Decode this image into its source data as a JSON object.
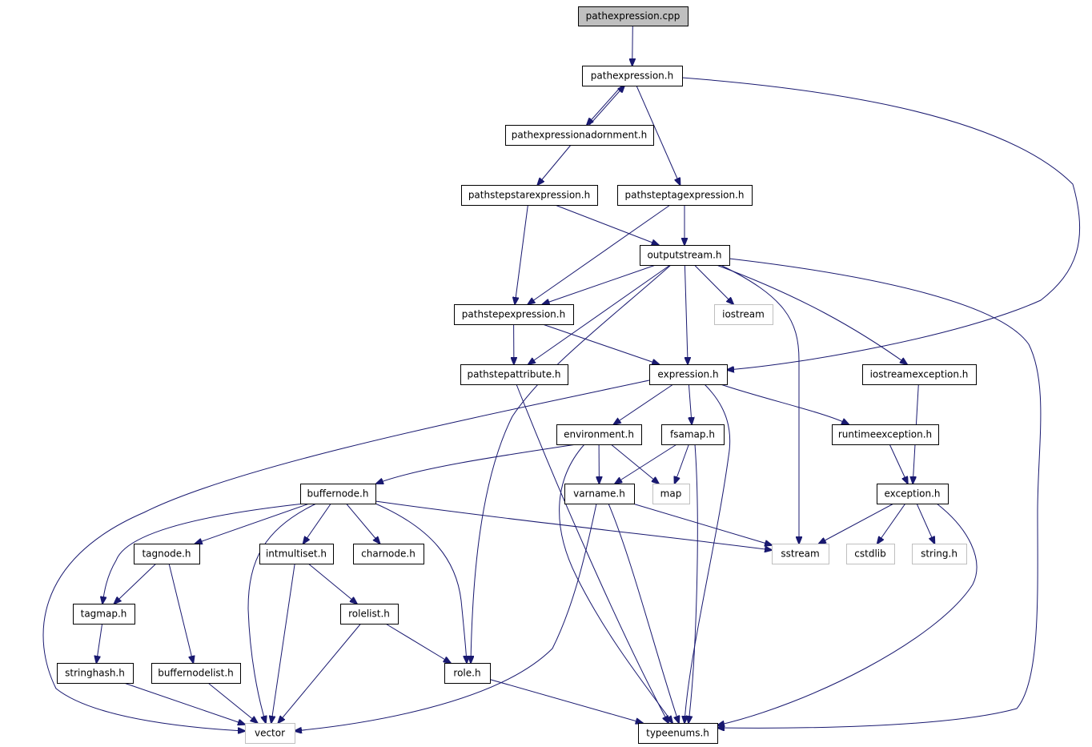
{
  "diagram": {
    "nodes": [
      {
        "id": "pathexpression_cpp",
        "label": "pathexpression.cpp",
        "kind": "root"
      },
      {
        "id": "pathexpression_h",
        "label": "pathexpression.h",
        "kind": "local"
      },
      {
        "id": "pathexpressionadornment_h",
        "label": "pathexpressionadornment.h",
        "kind": "local"
      },
      {
        "id": "pathstepstarexpression_h",
        "label": "pathstepstarexpression.h",
        "kind": "local"
      },
      {
        "id": "pathsteptagexpression_h",
        "label": "pathsteptagexpression.h",
        "kind": "local"
      },
      {
        "id": "outputstream_h",
        "label": "outputstream.h",
        "kind": "local"
      },
      {
        "id": "pathstepexpression_h",
        "label": "pathstepexpression.h",
        "kind": "local"
      },
      {
        "id": "iostream",
        "label": "iostream",
        "kind": "system"
      },
      {
        "id": "pathstepattribute_h",
        "label": "pathstepattribute.h",
        "kind": "local"
      },
      {
        "id": "expression_h",
        "label": "expression.h",
        "kind": "local"
      },
      {
        "id": "iostreamexception_h",
        "label": "iostreamexception.h",
        "kind": "local"
      },
      {
        "id": "environment_h",
        "label": "environment.h",
        "kind": "local"
      },
      {
        "id": "fsamap_h",
        "label": "fsamap.h",
        "kind": "local"
      },
      {
        "id": "runtimeexception_h",
        "label": "runtimeexception.h",
        "kind": "local"
      },
      {
        "id": "buffernode_h",
        "label": "buffernode.h",
        "kind": "local"
      },
      {
        "id": "varname_h",
        "label": "varname.h",
        "kind": "local"
      },
      {
        "id": "map",
        "label": "map",
        "kind": "system"
      },
      {
        "id": "exception_h",
        "label": "exception.h",
        "kind": "local"
      },
      {
        "id": "tagnode_h",
        "label": "tagnode.h",
        "kind": "local"
      },
      {
        "id": "intmultiset_h",
        "label": "intmultiset.h",
        "kind": "local"
      },
      {
        "id": "charnode_h",
        "label": "charnode.h",
        "kind": "local"
      },
      {
        "id": "sstream",
        "label": "sstream",
        "kind": "system"
      },
      {
        "id": "cstdlib",
        "label": "cstdlib",
        "kind": "system"
      },
      {
        "id": "string_h",
        "label": "string.h",
        "kind": "system"
      },
      {
        "id": "tagmap_h",
        "label": "tagmap.h",
        "kind": "local"
      },
      {
        "id": "rolelist_h",
        "label": "rolelist.h",
        "kind": "local"
      },
      {
        "id": "stringhash_h",
        "label": "stringhash.h",
        "kind": "local"
      },
      {
        "id": "buffernodelist_h",
        "label": "buffernodelist.h",
        "kind": "local"
      },
      {
        "id": "role_h",
        "label": "role.h",
        "kind": "local"
      },
      {
        "id": "vector",
        "label": "vector",
        "kind": "system"
      },
      {
        "id": "typeenums_h",
        "label": "typeenums.h",
        "kind": "local"
      }
    ],
    "edges": [
      {
        "from": "pathexpression_cpp",
        "to": "pathexpression_h"
      },
      {
        "from": "pathexpression_h",
        "to": "pathexpressionadornment_h"
      },
      {
        "from": "pathexpressionadornment_h",
        "to": "pathexpression_h"
      },
      {
        "from": "pathexpression_h",
        "to": "pathsteptagexpression_h"
      },
      {
        "from": "pathexpression_h",
        "to": "expression_h"
      },
      {
        "from": "pathexpressionadornment_h",
        "to": "pathstepstarexpression_h"
      },
      {
        "from": "pathstepstarexpression_h",
        "to": "pathstepexpression_h"
      },
      {
        "from": "pathstepstarexpression_h",
        "to": "outputstream_h"
      },
      {
        "from": "pathsteptagexpression_h",
        "to": "outputstream_h"
      },
      {
        "from": "pathsteptagexpression_h",
        "to": "pathstepexpression_h"
      },
      {
        "from": "outputstream_h",
        "to": "pathstepexpression_h"
      },
      {
        "from": "outputstream_h",
        "to": "iostream"
      },
      {
        "from": "outputstream_h",
        "to": "pathstepattribute_h"
      },
      {
        "from": "outputstream_h",
        "to": "expression_h"
      },
      {
        "from": "outputstream_h",
        "to": "iostreamexception_h"
      },
      {
        "from": "outputstream_h",
        "to": "sstream"
      },
      {
        "from": "outputstream_h",
        "to": "role_h"
      },
      {
        "from": "outputstream_h",
        "to": "typeenums_h"
      },
      {
        "from": "pathstepexpression_h",
        "to": "pathstepattribute_h"
      },
      {
        "from": "pathstepexpression_h",
        "to": "expression_h"
      },
      {
        "from": "pathstepattribute_h",
        "to": "typeenums_h"
      },
      {
        "from": "expression_h",
        "to": "environment_h"
      },
      {
        "from": "expression_h",
        "to": "fsamap_h"
      },
      {
        "from": "expression_h",
        "to": "runtimeexception_h"
      },
      {
        "from": "expression_h",
        "to": "vector"
      },
      {
        "from": "expression_h",
        "to": "typeenums_h"
      },
      {
        "from": "iostreamexception_h",
        "to": "exception_h"
      },
      {
        "from": "environment_h",
        "to": "buffernode_h"
      },
      {
        "from": "environment_h",
        "to": "varname_h"
      },
      {
        "from": "environment_h",
        "to": "map"
      },
      {
        "from": "environment_h",
        "to": "typeenums_h"
      },
      {
        "from": "fsamap_h",
        "to": "varname_h"
      },
      {
        "from": "fsamap_h",
        "to": "map"
      },
      {
        "from": "fsamap_h",
        "to": "typeenums_h"
      },
      {
        "from": "runtimeexception_h",
        "to": "exception_h"
      },
      {
        "from": "buffernode_h",
        "to": "tagnode_h"
      },
      {
        "from": "buffernode_h",
        "to": "intmultiset_h"
      },
      {
        "from": "buffernode_h",
        "to": "charnode_h"
      },
      {
        "from": "buffernode_h",
        "to": "sstream"
      },
      {
        "from": "buffernode_h",
        "to": "tagmap_h"
      },
      {
        "from": "buffernode_h",
        "to": "vector"
      },
      {
        "from": "buffernode_h",
        "to": "role_h"
      },
      {
        "from": "varname_h",
        "to": "sstream"
      },
      {
        "from": "varname_h",
        "to": "vector"
      },
      {
        "from": "varname_h",
        "to": "typeenums_h"
      },
      {
        "from": "exception_h",
        "to": "sstream"
      },
      {
        "from": "exception_h",
        "to": "cstdlib"
      },
      {
        "from": "exception_h",
        "to": "string_h"
      },
      {
        "from": "exception_h",
        "to": "typeenums_h"
      },
      {
        "from": "tagnode_h",
        "to": "tagmap_h"
      },
      {
        "from": "tagnode_h",
        "to": "buffernodelist_h"
      },
      {
        "from": "intmultiset_h",
        "to": "rolelist_h"
      },
      {
        "from": "intmultiset_h",
        "to": "vector"
      },
      {
        "from": "tagmap_h",
        "to": "stringhash_h"
      },
      {
        "from": "rolelist_h",
        "to": "role_h"
      },
      {
        "from": "rolelist_h",
        "to": "vector"
      },
      {
        "from": "stringhash_h",
        "to": "vector"
      },
      {
        "from": "buffernodelist_h",
        "to": "vector"
      },
      {
        "from": "role_h",
        "to": "typeenums_h"
      }
    ]
  }
}
